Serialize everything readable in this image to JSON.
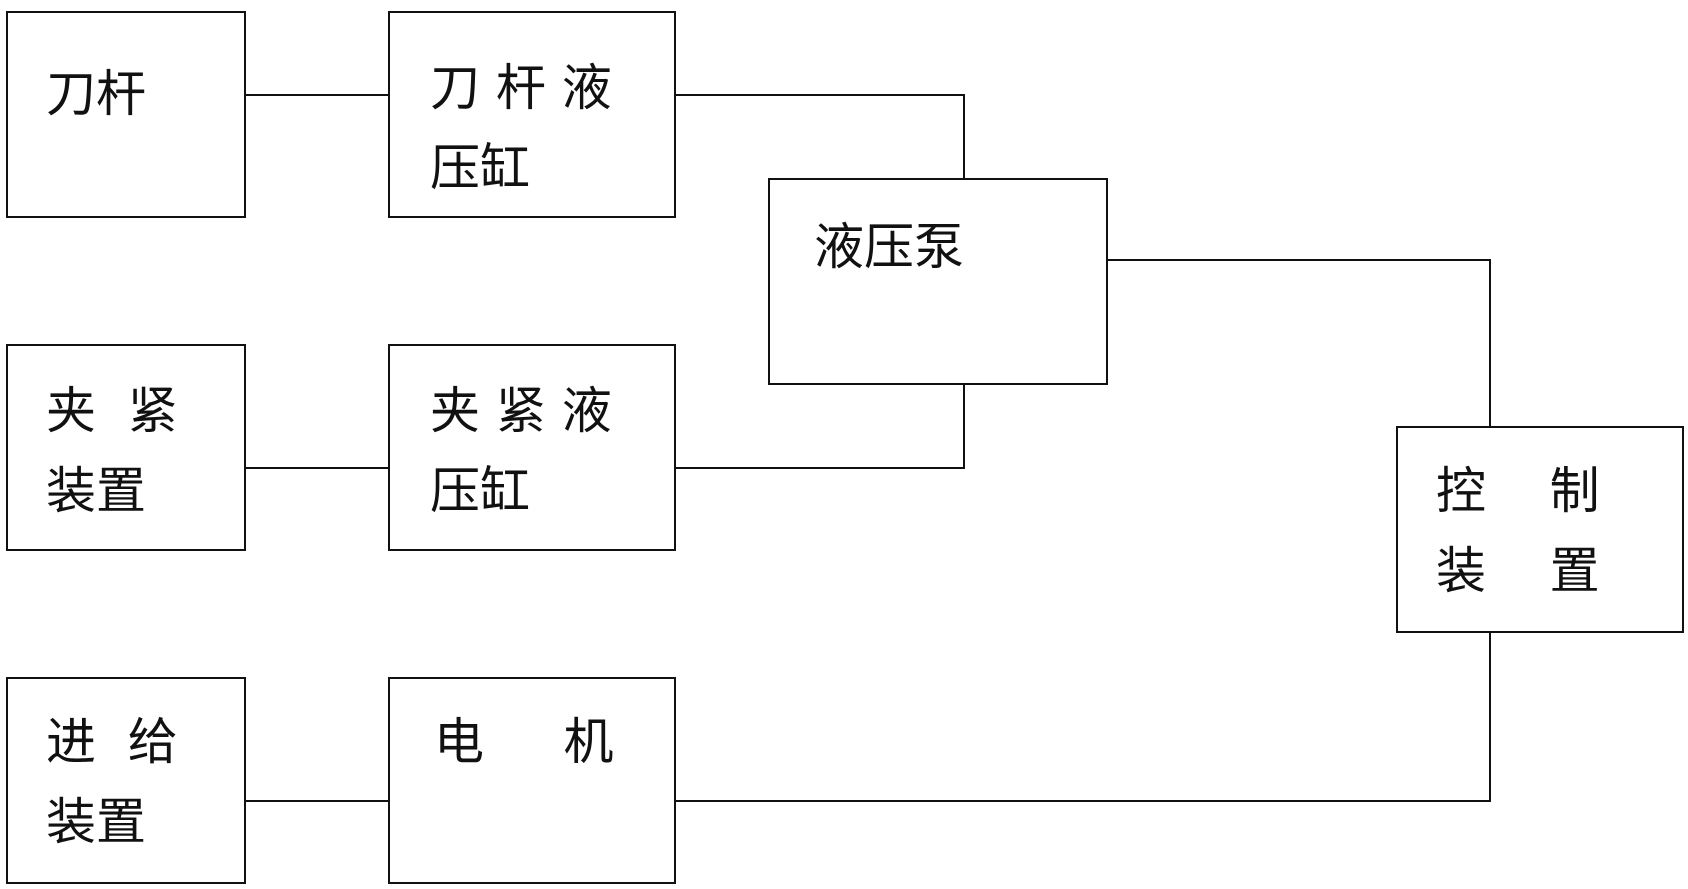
{
  "blocks": {
    "tool_bar": {
      "lines": [
        "刀杆"
      ]
    },
    "tool_bar_cylinder": {
      "lines": [
        "刀 杆 液",
        "压缸"
      ]
    },
    "hydraulic_pump": {
      "lines": [
        "液压泵"
      ]
    },
    "clamping_device": {
      "lines": [
        "夹  紧",
        "装置"
      ]
    },
    "clamping_cylinder": {
      "lines": [
        "夹 紧 液",
        "压缸"
      ]
    },
    "control_device": {
      "lines": [
        "控    制",
        "装    置"
      ]
    },
    "feed_device": {
      "lines": [
        "进  给",
        "装置"
      ]
    },
    "motor": {
      "lines": [
        "电     机"
      ]
    }
  }
}
